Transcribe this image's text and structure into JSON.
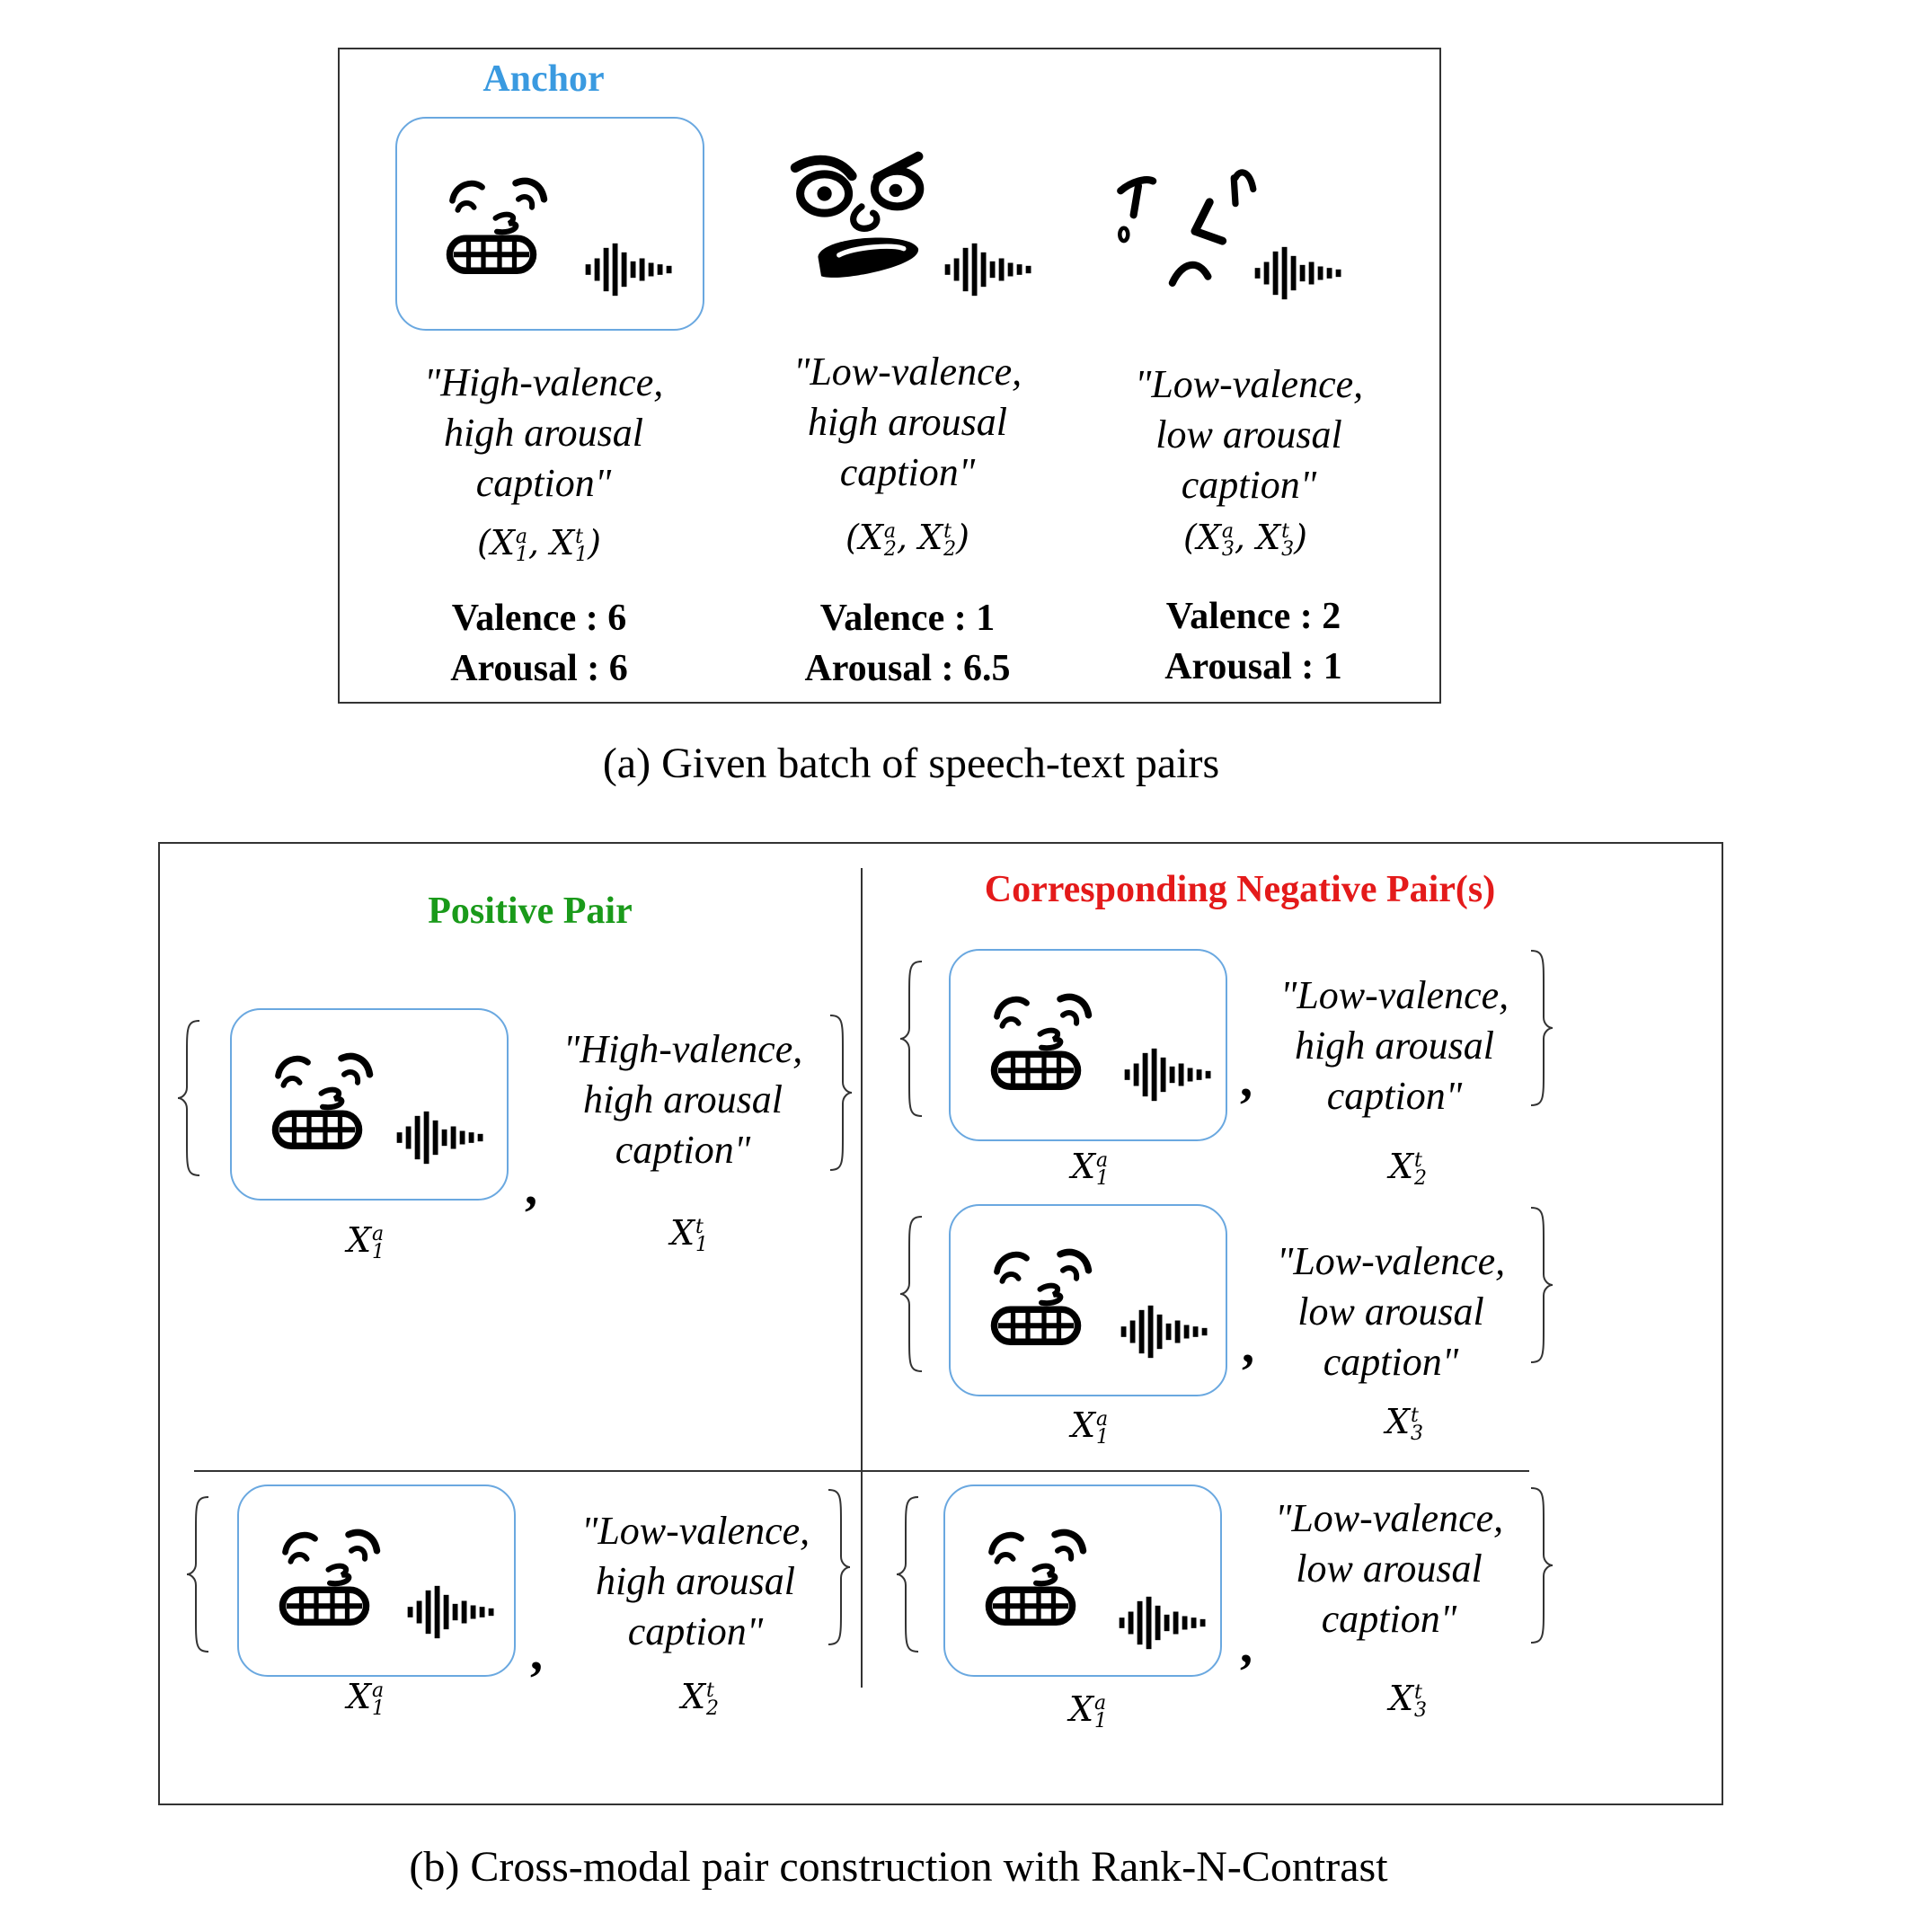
{
  "panel_a": {
    "anchor_label": "Anchor",
    "items": [
      {
        "caption": [
          "\"High-valence,",
          "high arousal",
          "caption\""
        ],
        "pair_index": "1",
        "valence": "Valence : 6",
        "arousal": "Arousal : 6",
        "face": "grinning-face-icon"
      },
      {
        "caption": [
          "\"Low-valence,",
          "high arousal",
          "caption\""
        ],
        "pair_index": "2",
        "valence": "Valence : 1",
        "arousal": "Arousal : 6.5",
        "face": "angry-face-icon"
      },
      {
        "caption": [
          "\"Low-valence,",
          "low arousal",
          "caption\""
        ],
        "pair_index": "3",
        "valence": "Valence : 2",
        "arousal": "Arousal : 1",
        "face": "sad-face-icon"
      }
    ],
    "figure_caption": "(a) Given batch of speech-text pairs"
  },
  "panel_b": {
    "positive_title": "Positive Pair",
    "negative_title": "Corresponding Negative Pair(s)",
    "pairs": [
      {
        "audio_index": "1",
        "text_index": "1",
        "caption": [
          "\"High-valence,",
          "high arousal",
          "caption\""
        ]
      },
      {
        "audio_index": "1",
        "text_index": "2",
        "caption": [
          "\"Low-valence,",
          "high arousal",
          "caption\""
        ]
      },
      {
        "audio_index": "1",
        "text_index": "3",
        "caption": [
          "\"Low-valence,",
          "low arousal",
          "caption\""
        ]
      },
      {
        "audio_index": "1",
        "text_index": "2",
        "caption": [
          "\"Low-valence,",
          "high arousal",
          "caption\""
        ]
      },
      {
        "audio_index": "1",
        "text_index": "3",
        "caption": [
          "\"Low-valence,",
          "low arousal",
          "caption\""
        ]
      }
    ],
    "comma": ",",
    "figure_caption": "(b) Cross-modal pair construction with Rank-N-Contrast"
  }
}
